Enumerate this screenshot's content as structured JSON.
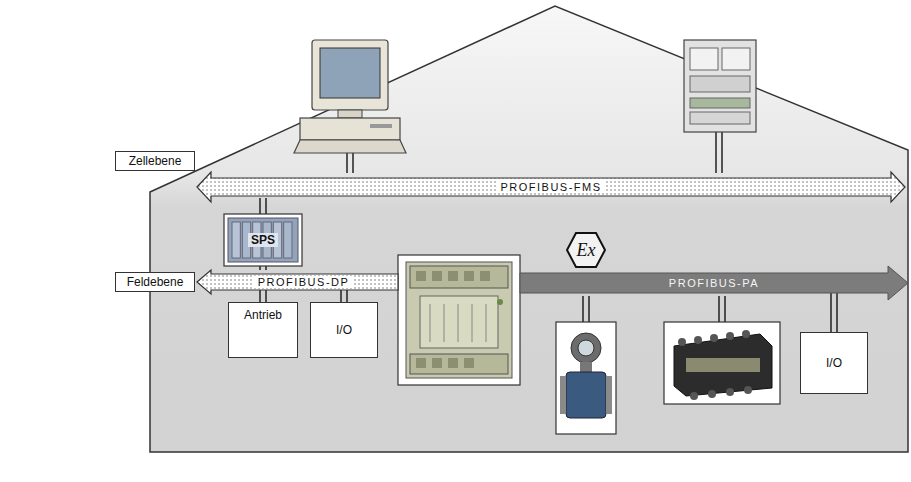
{
  "diagram": {
    "nodes": [
      {
        "text": [
          "Zellebene"
        ]
      },
      {
        "text": [
          "PROFIBUS-FMS"
        ]
      },
      {
        "text": [
          "SPS"
        ]
      },
      {
        "text": [
          "Feldebene"
        ]
      },
      {
        "text": [
          "PROFIBUS-DP"
        ]
      },
      {
        "text": [
          "Ex"
        ]
      },
      {
        "text": [
          "PROFIBUS-PA"
        ]
      },
      {
        "text": [
          "Antrieb"
        ]
      },
      {
        "text": [
          "I/O"
        ]
      },
      {
        "text": [
          "I/O"
        ]
      }
    ],
    "edges": [
      {
        "from": 2,
        "to": 1,
        "arrow": "none"
      },
      {
        "from": 2,
        "to": 4,
        "arrow": "none"
      },
      {
        "from": 7,
        "to": 4,
        "arrow": "none"
      },
      {
        "from": 8,
        "to": 4,
        "arrow": "none"
      },
      {
        "from": 9,
        "to": 6,
        "arrow": "none"
      }
    ]
  }
}
